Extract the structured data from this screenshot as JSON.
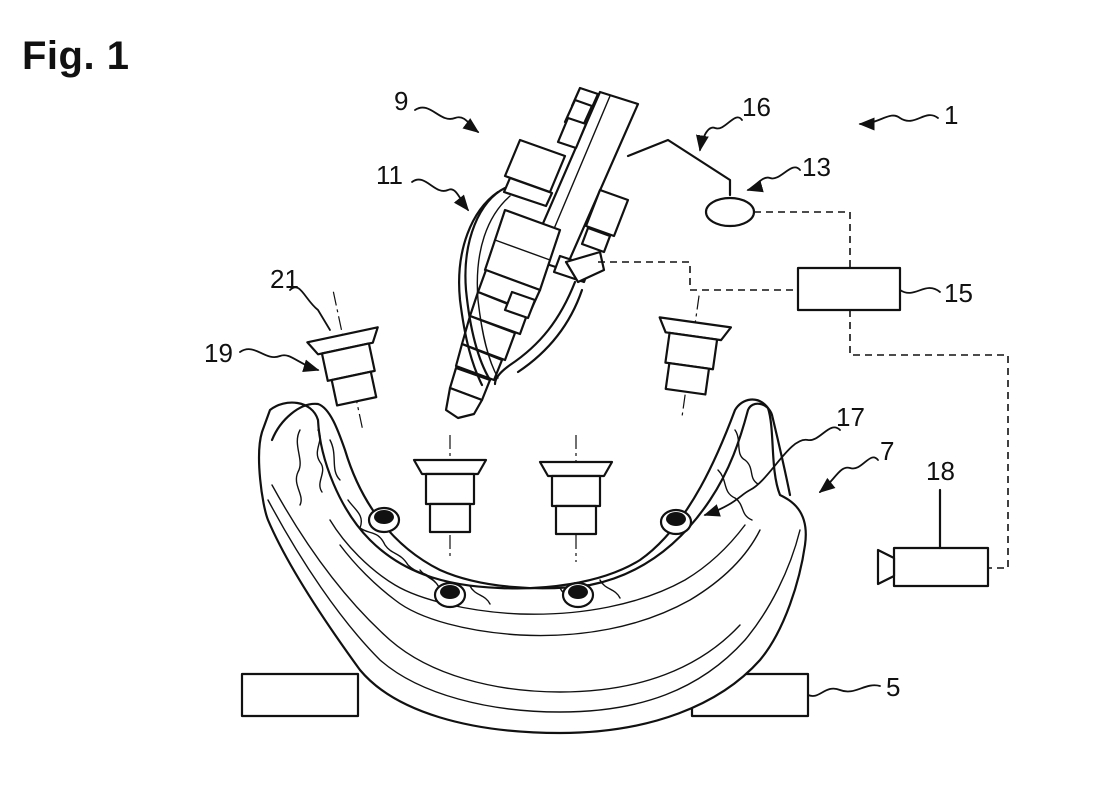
{
  "figure": {
    "title": "Fig. 1",
    "labels": {
      "system": "1",
      "holder": "5",
      "model": "7",
      "robot": "9",
      "cable": "11",
      "sensor": "13",
      "controller": "15",
      "line": "16",
      "marker": "17",
      "camera": "18",
      "light": "19",
      "light_axis": "21"
    }
  }
}
